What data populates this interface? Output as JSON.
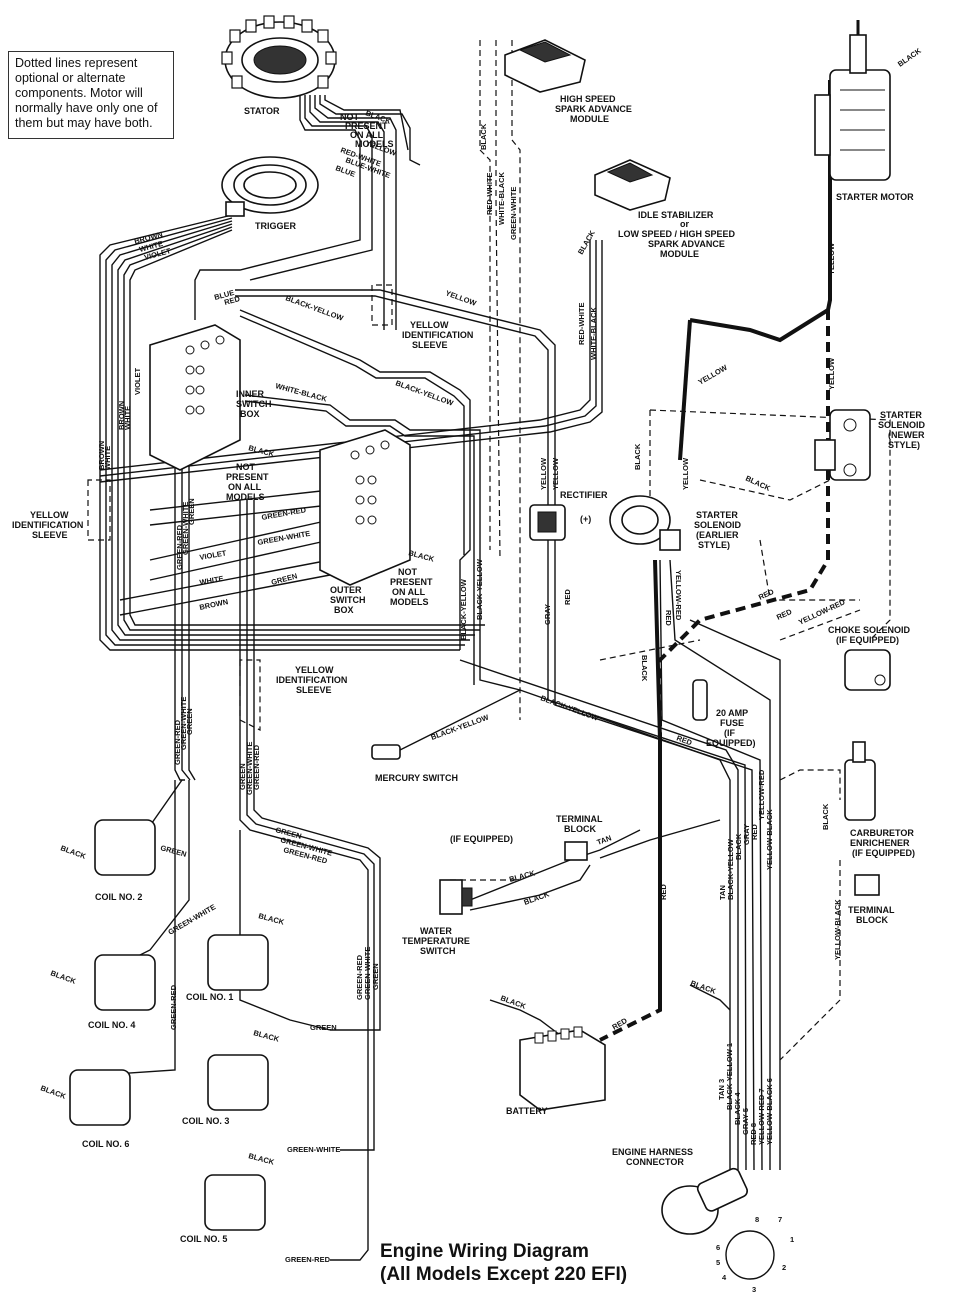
{
  "note": {
    "lines": [
      "Dotted lines represent",
      "optional or alternate",
      "components. Motor will",
      "normally have only one of",
      "them but may have both."
    ]
  },
  "title": {
    "line1": "Engine Wiring Diagram",
    "line2": "(All Models Except 220 EFI)"
  },
  "components": {
    "stator": "STATOR",
    "trigger": "TRIGGER",
    "not_present_top": [
      "NOT",
      "PRESENT",
      "ON ALL",
      "MODELS"
    ],
    "hs_module": [
      "HIGH SPEED",
      "SPARK ADVANCE",
      "MODULE"
    ],
    "idle_stab": [
      "IDLE STABILIZER",
      "or",
      "LOW SPEED / HIGH SPEED",
      "SPARK ADVANCE",
      "MODULE"
    ],
    "starter_motor": "STARTER MOTOR",
    "yellow_sleeve_top": [
      "YELLOW",
      "IDENTIFICATION",
      "SLEEVE"
    ],
    "inner_box": [
      "INNER",
      "SWITCH",
      "BOX"
    ],
    "not_present_inner": [
      "NOT",
      "PRESENT",
      "ON ALL",
      "MODELS"
    ],
    "outer_box": [
      "OUTER",
      "SWITCH",
      "BOX"
    ],
    "not_present_outer": [
      "NOT",
      "PRESENT",
      "ON ALL",
      "MODELS"
    ],
    "yellow_sleeve_left": [
      "YELLOW",
      "IDENTIFICATION",
      "SLEEVE"
    ],
    "yellow_sleeve_mid": [
      "YELLOW",
      "IDENTIFICATION",
      "SLEEVE"
    ],
    "rectifier": "RECTIFIER",
    "rectifier_sym": "(+)",
    "starter_solenoid_new": [
      "STARTER",
      "SOLENOID",
      "(NEWER",
      "STYLE)"
    ],
    "starter_solenoid_old": [
      "STARTER",
      "SOLENOID",
      "(EARLIER",
      "STYLE)"
    ],
    "choke_solenoid": [
      "CHOKE SOLENOID",
      "(IF EQUIPPED)"
    ],
    "fuse": [
      "20 AMP",
      "FUSE",
      "(IF",
      "EQUIPPED)"
    ],
    "mercury_switch": "MERCURY SWITCH",
    "terminal_block_mid": [
      "TERMINAL",
      "BLOCK"
    ],
    "if_equipped": "(IF EQUIPPED)",
    "water_temp": [
      "WATER",
      "TEMPERATURE",
      "SWITCH"
    ],
    "carb_enrich": [
      "CARBURETOR",
      "ENRICHENER",
      "(IF EQUIPPED)"
    ],
    "terminal_block_right": [
      "TERMINAL",
      "BLOCK"
    ],
    "battery": "BATTERY",
    "harness": [
      "ENGINE HARNESS",
      "CONNECTOR"
    ],
    "coil2": "COIL NO. 2",
    "coil4": "COIL NO. 4",
    "coil6": "COIL NO. 6",
    "coil1": "COIL NO. 1",
    "coil3": "COIL NO. 3",
    "coil5": "COIL NO. 5"
  },
  "wire_labels": {
    "black": "BLACK",
    "yellow": "YELLOW",
    "red": "RED",
    "blue": "BLUE",
    "gray": "GRAY",
    "tan": "TAN",
    "brown": "BROWN",
    "white": "WHITE",
    "violet": "VIOLET",
    "green": "GREEN",
    "red_white": "RED-WHITE",
    "white_black": "WHITE-BLACK",
    "green_white": "GREEN-WHITE",
    "green_red": "GREEN-RED",
    "black_yellow": "BLACK-YELLOW",
    "yellow_black": "YELLOW-BLACK",
    "yellow_red": "YELLOW-RED",
    "blue_white": "BLUE-WHITE",
    "harness_pins": [
      "TAN 3",
      "BLACK-YELLOW 1",
      "BLACK 4",
      "GRAY 5",
      "RED 8",
      "YELLOW-RED 7",
      "YELLOW-BLACK 6"
    ],
    "pin_numbers": [
      "1",
      "2",
      "3",
      "4",
      "5",
      "6",
      "7",
      "8"
    ]
  }
}
